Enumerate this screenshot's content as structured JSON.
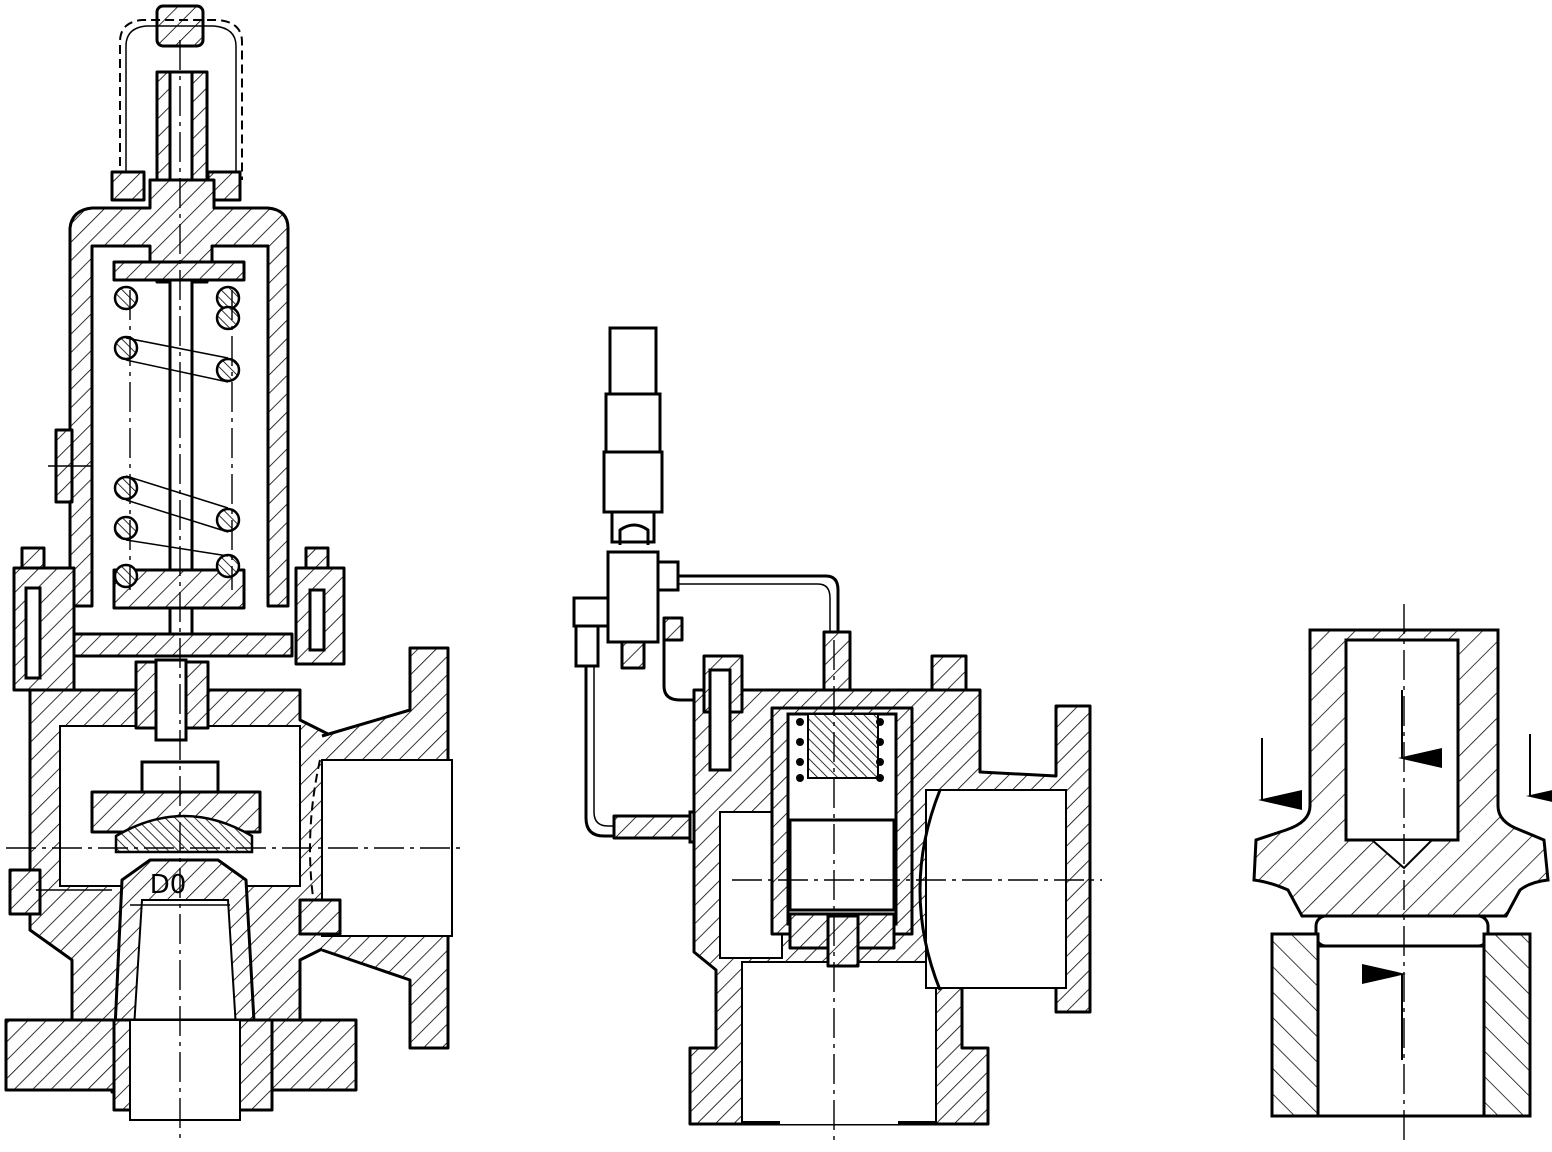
{
  "figure": {
    "background": "#ffffff",
    "line_color": "#000000",
    "panels": [
      "left-valve",
      "middle-valve",
      "right-detail"
    ]
  },
  "labels": {
    "seat_diameter": "D0"
  },
  "icons": {
    "flow_arrow": "arrow-icon"
  }
}
